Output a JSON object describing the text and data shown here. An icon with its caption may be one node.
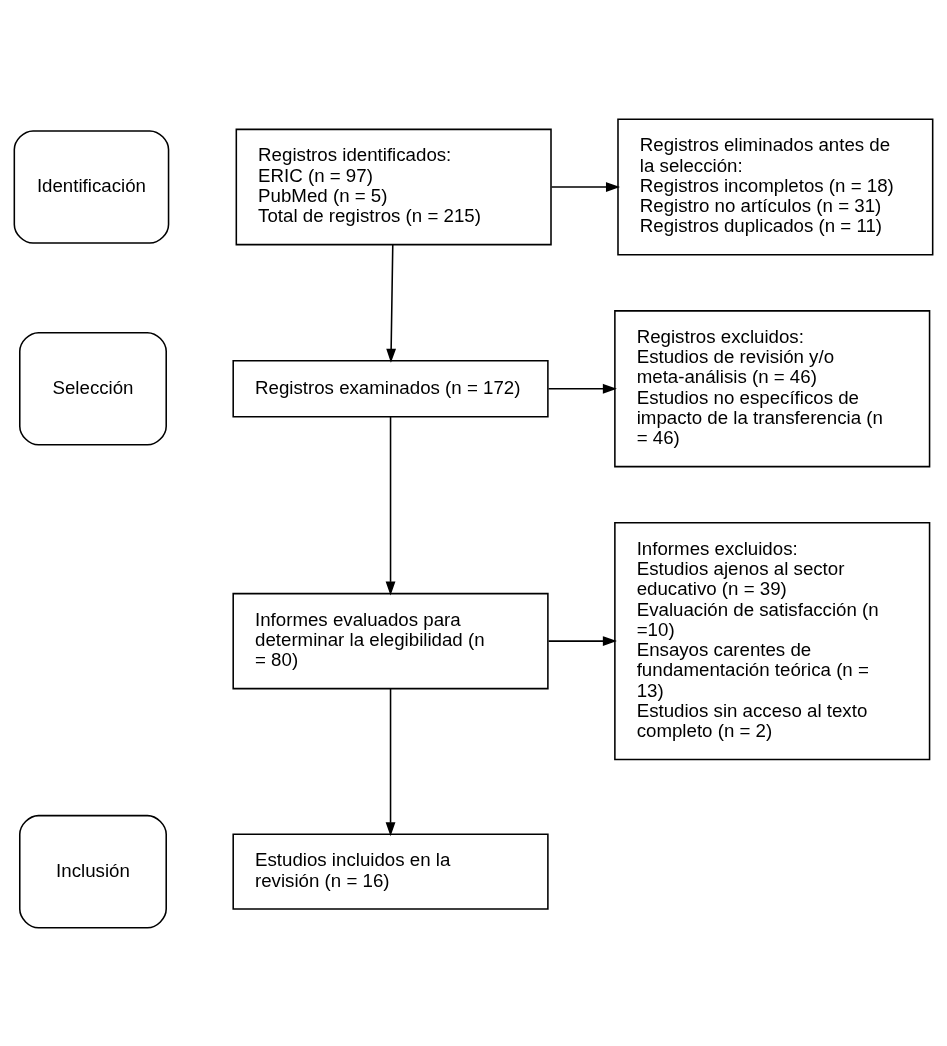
{
  "diagram": {
    "nodes": [
      {
        "text": [
          "Identificación"
        ]
      },
      {
        "text": [
          "Selección"
        ]
      },
      {
        "text": [
          "Inclusión"
        ]
      },
      {
        "text": [
          "Registros identificados:",
          "ERIC (n = 97)",
          "PubMed (n = 5)",
          "Total de registros (n = 215)"
        ]
      },
      {
        "text": [
          "Registros eliminados antes de la selección:",
          "Registros incompletos (n = 18)",
          "Registro no artículos (n = 31)",
          "Registros duplicados (n = 11)"
        ]
      },
      {
        "text": [
          "Registros examinados (n = 172)"
        ]
      },
      {
        "text": [
          "Registros excluidos:",
          "Estudios de revisión y/o meta-análisis (n = 46)",
          "Estudios no específicos de impacto de la transferencia (n = 46)"
        ]
      },
      {
        "text": [
          "Informes evaluados para determinar la elegibilidad (n = 80)"
        ]
      },
      {
        "text": [
          "Informes excluidos:",
          "Estudios ajenos al sector educativo (n = 39)",
          "Evaluación de satisfacción (n =10)",
          "Ensayos carentes de fundamentación teórica (n = 13)",
          "Estudios sin acceso al texto completo (n = 2)"
        ]
      },
      {
        "text": [
          "Estudios incluidos en la revisión (n = 16)"
        ]
      }
    ],
    "edges": [
      {
        "from": 3,
        "to": 4,
        "arrow": "to"
      },
      {
        "from": 3,
        "to": 5,
        "arrow": "to"
      },
      {
        "from": 5,
        "to": 6,
        "arrow": "to"
      },
      {
        "from": 5,
        "to": 7,
        "arrow": "to"
      },
      {
        "from": 7,
        "to": 8,
        "arrow": "to"
      },
      {
        "from": 7,
        "to": 9,
        "arrow": "to"
      }
    ]
  }
}
